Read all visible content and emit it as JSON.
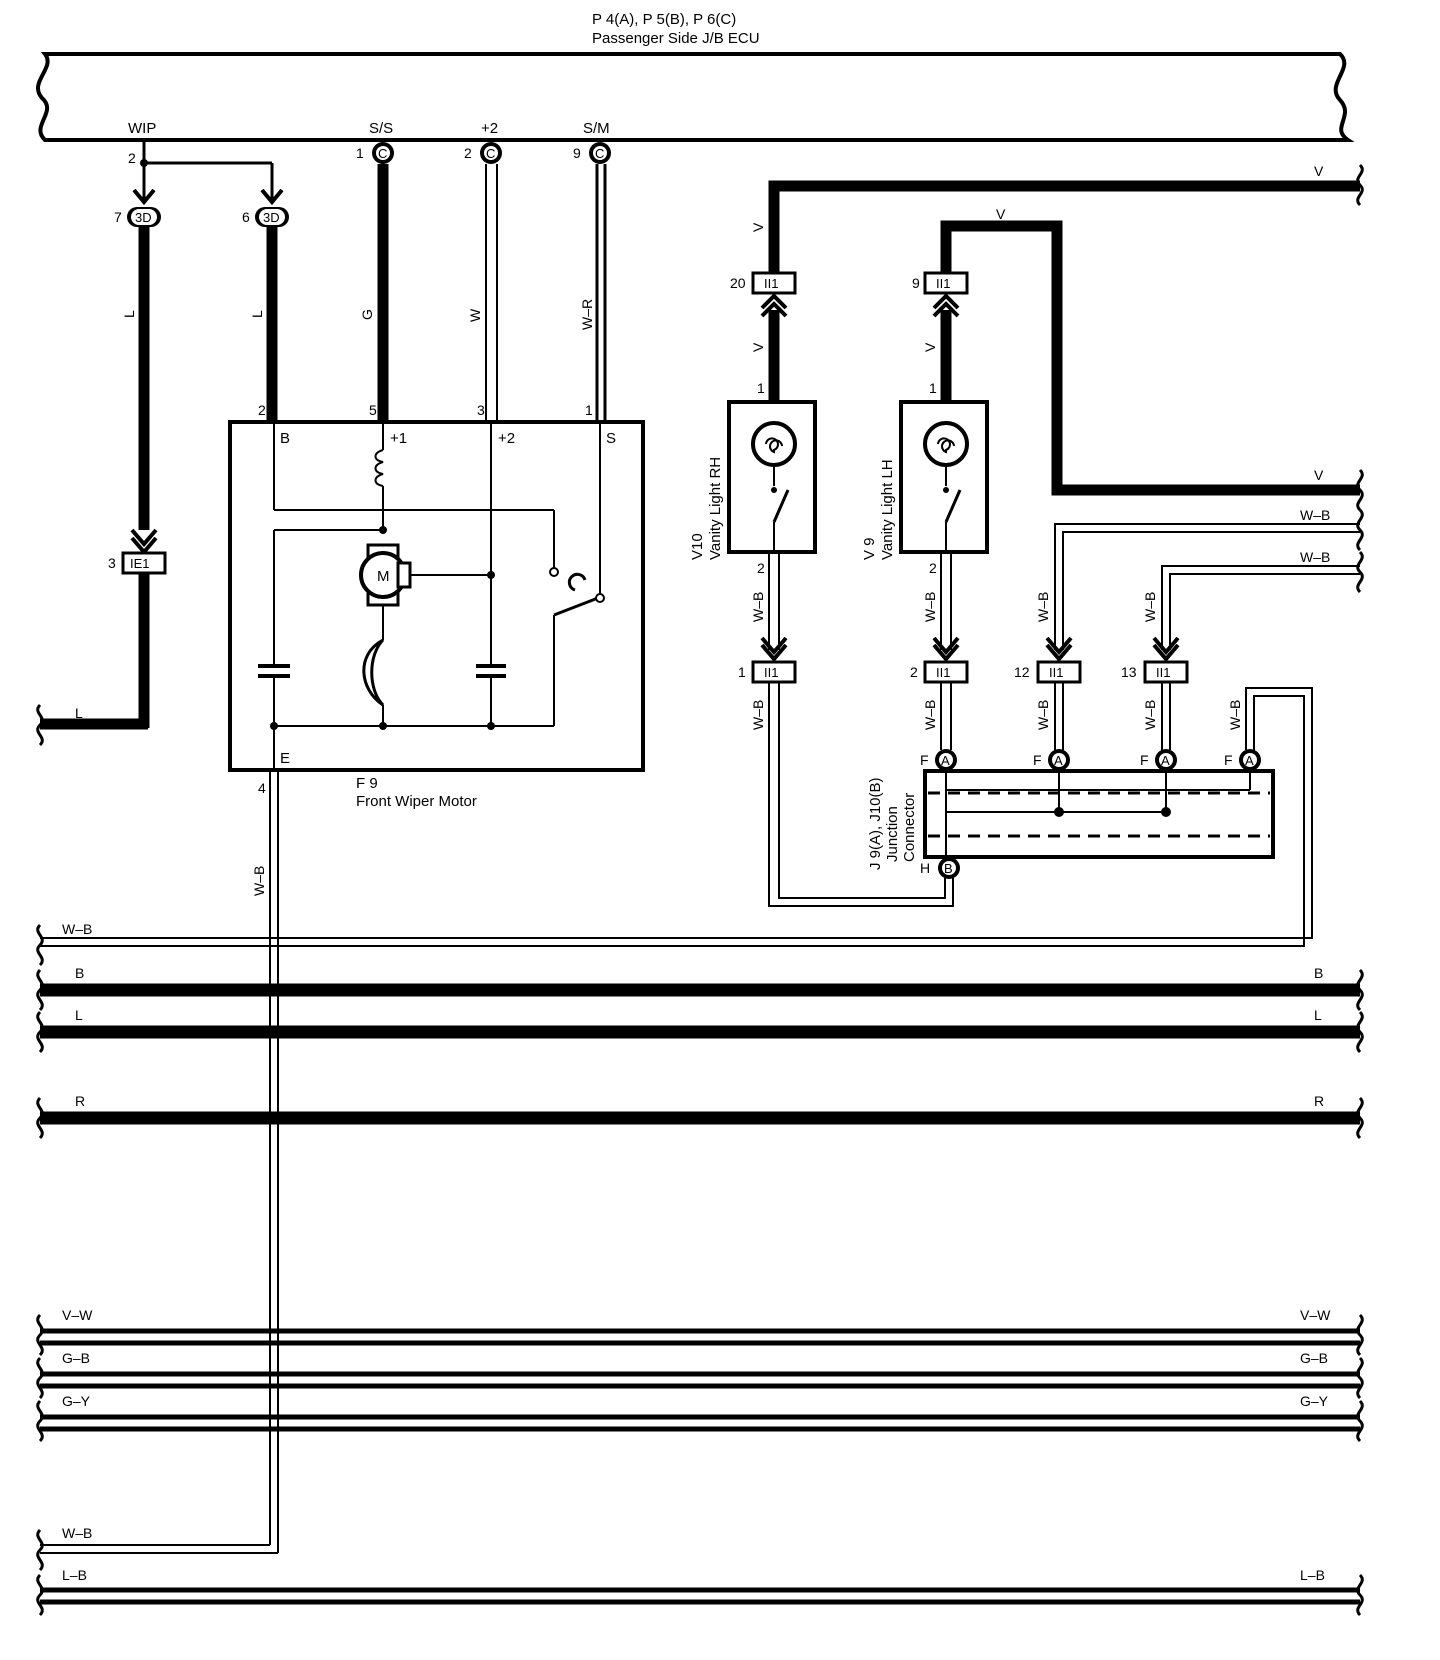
{
  "ecu": {
    "title": "P 4(A), P 5(B), P 6(C)",
    "name": "Passenger Side J/B ECU",
    "terminals": [
      {
        "label": "WIP",
        "pin": "2",
        "conn": ""
      },
      {
        "label": "S/S",
        "pin": "1",
        "conn": "C"
      },
      {
        "label": "+2",
        "pin": "2",
        "conn": "C"
      },
      {
        "label": "S/M",
        "pin": "9",
        "conn": "C"
      }
    ]
  },
  "connectors_3d": [
    {
      "pin": "7",
      "id": "3D"
    },
    {
      "pin": "6",
      "id": "3D"
    }
  ],
  "ie1": {
    "pin": "3",
    "id": "IE1"
  },
  "wire_colors": {
    "wip_left": "L",
    "wip_right": "L",
    "ss": "G",
    "plus2": "W",
    "sm": "W–R",
    "ground": "W–B",
    "v": "V"
  },
  "motor": {
    "id": "F 9",
    "name": "Front Wiper Motor",
    "pins": {
      "B": "2",
      "+1": "5",
      "+2": "3",
      "S": "1",
      "E": "4"
    },
    "terminal_labels": [
      "B",
      "+1",
      "+2",
      "S",
      "E"
    ],
    "symbol": "M"
  },
  "vanity_rh": {
    "id": "V10",
    "name": "Vanity Light RH",
    "pin_top": "1",
    "pin_bottom": "2"
  },
  "vanity_lh": {
    "id": "V 9",
    "name": "Vanity Light LH",
    "pin_top": "1",
    "pin_bottom": "2"
  },
  "ii1_connectors": [
    {
      "pin": "20",
      "id": "II1"
    },
    {
      "pin": "9",
      "id": "II1"
    },
    {
      "pin": "1",
      "id": "II1"
    },
    {
      "pin": "2",
      "id": "II1"
    },
    {
      "pin": "12",
      "id": "II1"
    },
    {
      "pin": "13",
      "id": "II1"
    }
  ],
  "junction": {
    "id": "J 9(A), J10(B)",
    "name1": "Junction",
    "name2": "Connector",
    "pins_top": [
      "F",
      "F",
      "F",
      "F"
    ],
    "conn_top": "A",
    "pin_bottom": "H",
    "conn_bottom": "B"
  },
  "bus_left": [
    "L",
    "W–B",
    "B",
    "L",
    "R",
    "V–W",
    "G–B",
    "G–Y",
    "W–B",
    "L–B"
  ],
  "bus_right": [
    "V",
    "V",
    "W–B",
    "W–B",
    "B",
    "L",
    "R",
    "V–W",
    "G–B",
    "G–Y",
    "L–B"
  ]
}
